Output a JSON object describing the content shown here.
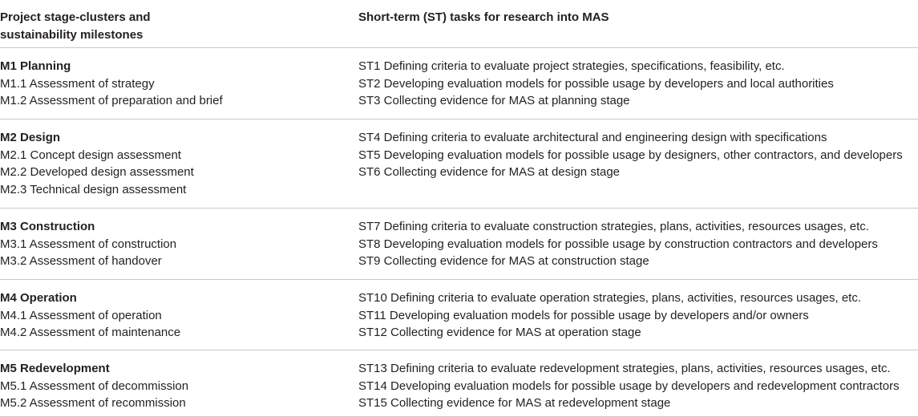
{
  "headers": {
    "col1_line1": "Project stage-clusters and",
    "col1_line2": "sustainability milestones",
    "col2": "Short-term (ST) tasks for research into MAS"
  },
  "groups": [
    {
      "title": "M1 Planning",
      "milestones": [
        "M1.1 Assessment of strategy",
        "M1.2 Assessment of preparation and brief"
      ],
      "tasks": [
        "ST1 Defining criteria to evaluate project strategies, specifications, feasibility, etc.",
        "ST2 Developing evaluation models for possible usage by developers and local authorities",
        "ST3 Collecting evidence for MAS at planning stage"
      ]
    },
    {
      "title": "M2 Design",
      "milestones": [
        "M2.1 Concept design assessment",
        "M2.2 Developed design assessment",
        "M2.3 Technical design assessment"
      ],
      "tasks": [
        "ST4 Defining criteria to evaluate architectural and engineering design with specifications",
        "ST5 Developing evaluation models for possible usage by designers, other contractors, and developers",
        "ST6 Collecting evidence for MAS at design stage"
      ]
    },
    {
      "title": "M3 Construction",
      "milestones": [
        "M3.1 Assessment of construction",
        "M3.2 Assessment of handover"
      ],
      "tasks": [
        "ST7 Defining criteria to evaluate construction strategies, plans, activities, resources usages, etc.",
        "ST8 Developing evaluation models for possible usage by construction contractors and developers",
        "ST9 Collecting evidence for MAS at construction stage"
      ]
    },
    {
      "title": "M4 Operation",
      "milestones": [
        "M4.1 Assessment of operation",
        "M4.2 Assessment of maintenance"
      ],
      "tasks": [
        "ST10 Defining criteria to evaluate operation strategies, plans, activities, resources usages, etc.",
        "ST11 Developing evaluation models for possible usage by developers and/or owners",
        "ST12 Collecting evidence for MAS at operation stage"
      ]
    },
    {
      "title": "M5 Redevelopment",
      "milestones": [
        "M5.1 Assessment of decommission",
        "M5.2 Assessment of recommission"
      ],
      "tasks": [
        "ST13 Defining criteria to evaluate redevelopment strategies, plans, activities, resources usages, etc.",
        "ST14 Developing evaluation models for possible usage by developers and redevelopment contractors",
        "ST15 Collecting evidence for MAS at redevelopment stage"
      ]
    }
  ]
}
